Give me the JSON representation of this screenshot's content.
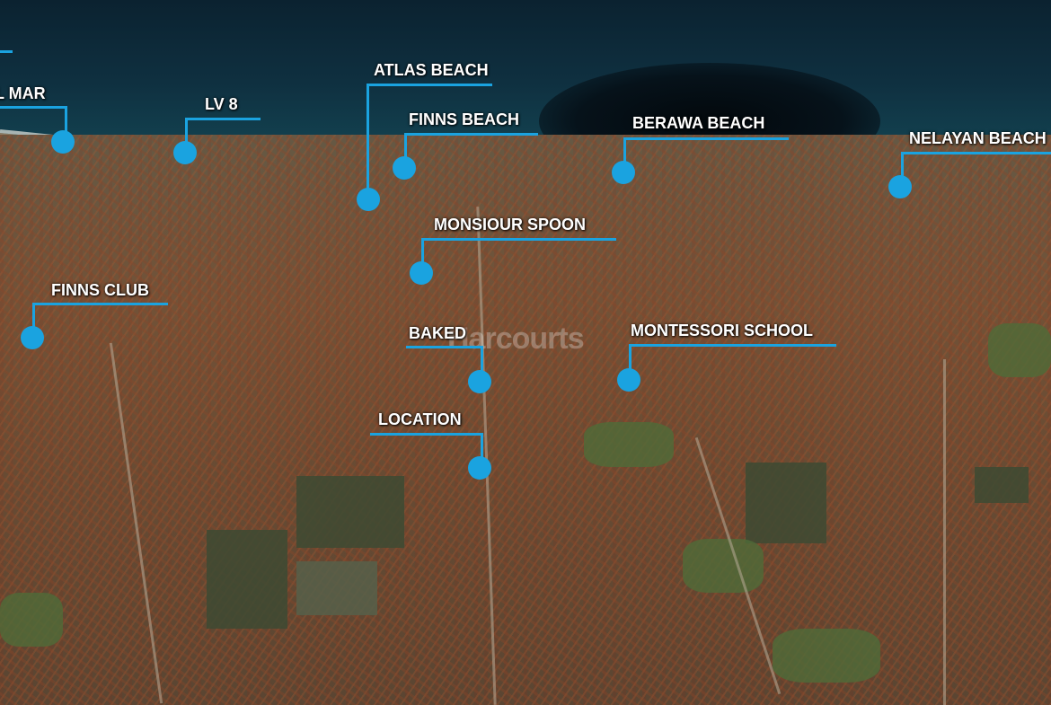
{
  "watermark": "Harcourts",
  "accent_color": "#1aa3e0",
  "places": [
    {
      "id": "il-mar",
      "label": "L MAR"
    },
    {
      "id": "lv-8",
      "label": "LV 8"
    },
    {
      "id": "atlas-beach",
      "label": "ATLAS BEACH"
    },
    {
      "id": "finns-beach",
      "label": "FINNS BEACH"
    },
    {
      "id": "berawa-beach",
      "label": "BERAWA BEACH"
    },
    {
      "id": "nelayan-beach",
      "label": "NELAYAN BEACH"
    },
    {
      "id": "monsiour-spoon",
      "label": "MONSIOUR SPOON"
    },
    {
      "id": "finns-club",
      "label": "FINNS CLUB"
    },
    {
      "id": "baked",
      "label": "BAKED"
    },
    {
      "id": "montessori-school",
      "label": "MONTESSORI SCHOOL"
    },
    {
      "id": "location",
      "label": "LOCATION"
    }
  ]
}
